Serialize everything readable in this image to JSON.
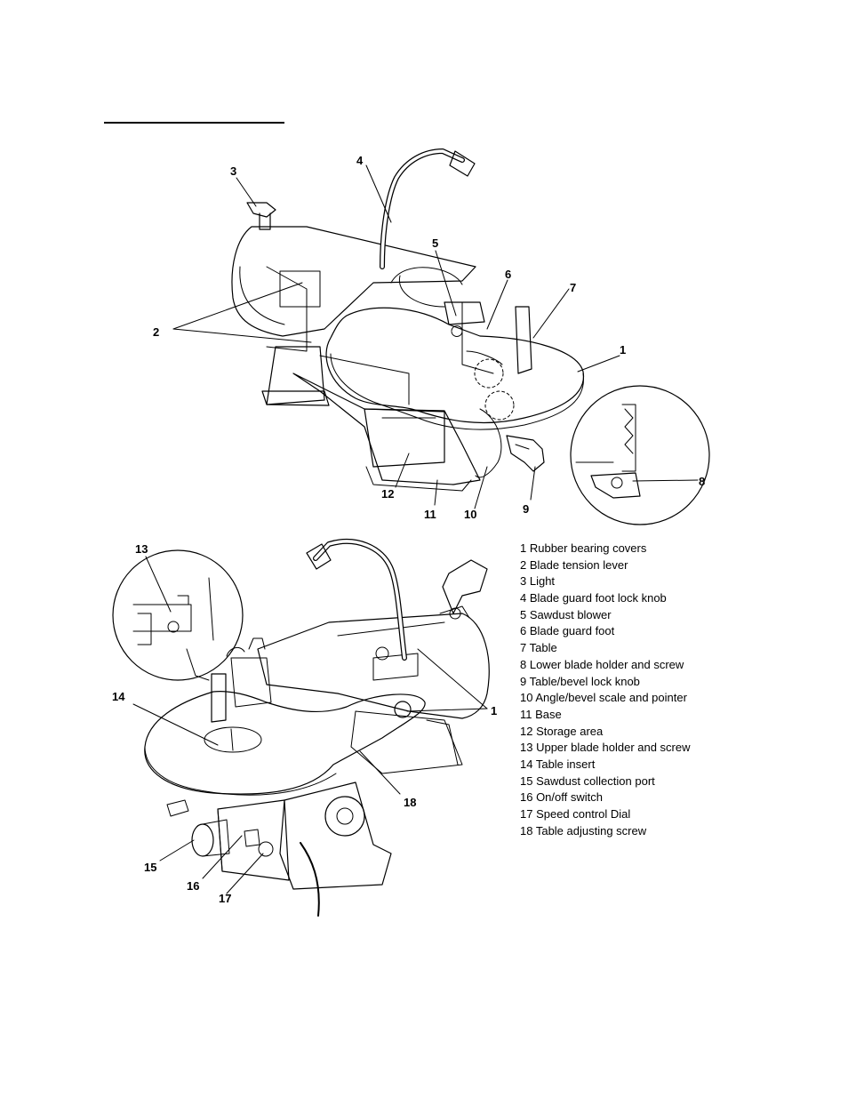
{
  "callouts_top": [
    {
      "id": "c2",
      "label": "2"
    },
    {
      "id": "c3",
      "label": "3"
    },
    {
      "id": "c4",
      "label": "4"
    },
    {
      "id": "c5",
      "label": "5"
    },
    {
      "id": "c6",
      "label": "6"
    },
    {
      "id": "c7",
      "label": "7"
    },
    {
      "id": "c1a",
      "label": "1"
    },
    {
      "id": "c8",
      "label": "8"
    },
    {
      "id": "c12",
      "label": "12"
    },
    {
      "id": "c11",
      "label": "11"
    },
    {
      "id": "c10",
      "label": "10"
    },
    {
      "id": "c9",
      "label": "9"
    }
  ],
  "callouts_bottom": [
    {
      "id": "c13",
      "label": "13"
    },
    {
      "id": "c14",
      "label": "14"
    },
    {
      "id": "c1b",
      "label": "1"
    },
    {
      "id": "c18",
      "label": "18"
    },
    {
      "id": "c15",
      "label": "15"
    },
    {
      "id": "c16",
      "label": "16"
    },
    {
      "id": "c17",
      "label": "17"
    }
  ],
  "legend": [
    "1 Rubber bearing covers",
    "2 Blade tension lever",
    "3 Light",
    "4 Blade guard foot lock knob",
    "5 Sawdust blower",
    "6 Blade guard foot",
    "7 Table",
    "8 Lower blade holder and screw",
    "9 Table/bevel lock knob",
    "10 Angle/bevel scale and pointer",
    "11 Base",
    "12 Storage area",
    "13 Upper blade holder and screw",
    "14 Table insert",
    "15 Sawdust collection port",
    "16 On/off switch",
    "17 Speed control Dial",
    "18 Table adjusting screw"
  ]
}
